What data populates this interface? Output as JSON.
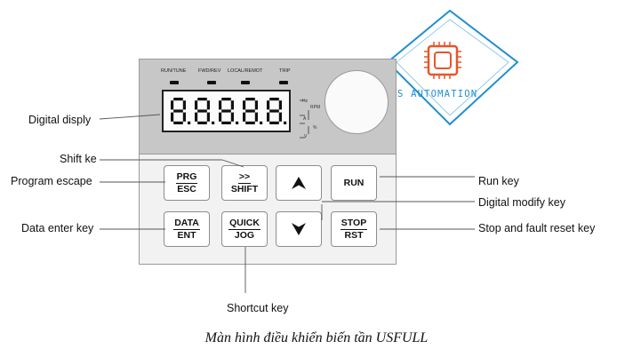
{
  "logo": {
    "text": "SNS AUTOMATION",
    "colors": {
      "frame": "#1f8fd1",
      "chip": "#e8552a"
    }
  },
  "panel": {
    "led_labels": [
      "RUN/TUNE",
      "FWD/REV",
      "LOCAL/REMOT",
      "TRIP"
    ],
    "display_digits": "8.8.8.8.8.",
    "unit_labels": {
      "hz": "Hz",
      "rpm": "RPM",
      "a": "A",
      "pct": "%",
      "v": "V"
    }
  },
  "keys": {
    "prg": {
      "top": "PRG",
      "bottom": "ESC"
    },
    "shift": {
      "top": ">>",
      "bottom": "SHIFT"
    },
    "up": {
      "icon": "up-arrow-icon"
    },
    "run": {
      "label": "RUN"
    },
    "data": {
      "top": "DATA",
      "bottom": "ENT"
    },
    "quick": {
      "top": "QUICK",
      "bottom": "JOG"
    },
    "down": {
      "icon": "down-arrow-icon"
    },
    "stop": {
      "top": "STOP",
      "bottom": "RST"
    }
  },
  "callouts": {
    "digital_display": "Digital disply",
    "shift_key": "Shift ke",
    "program_escape": "Program escape",
    "data_enter_key": "Data enter key",
    "shortcut_key": "Shortcut key",
    "run_key": "Run key",
    "digital_modify_key": "Digital modify key",
    "stop_reset_key": "Stop and fault reset key"
  },
  "caption": "Màn hình điều khiển biến tần USFULL"
}
